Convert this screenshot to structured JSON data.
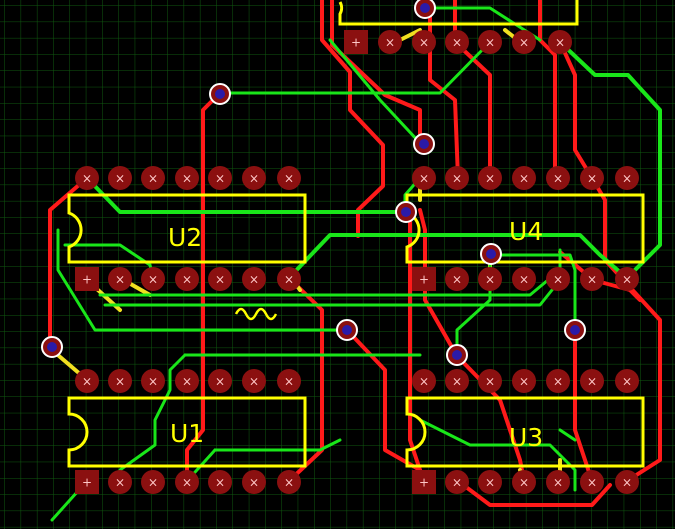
{
  "app": {
    "view": "pcb-layout-editor"
  },
  "colors": {
    "background": "#000000",
    "grid": "#0f5a0f",
    "silkscreen": "#ffff00",
    "top_trace": "#19e619",
    "bottom_trace": "#ff1a1a",
    "overlap_trace": "#f0e020",
    "pad": "#8b1010",
    "pad_mark": "#ffc8c8",
    "via_ring": "#ffffff",
    "via_fill": "#2a1aa8"
  },
  "components": [
    {
      "ref": "U1",
      "label": "U1"
    },
    {
      "ref": "U2",
      "label": "U2"
    },
    {
      "ref": "U3",
      "label": "U3"
    },
    {
      "ref": "U4",
      "label": "U4"
    }
  ],
  "pad_marks": {
    "pin": "×",
    "pin1": "+"
  },
  "icons": {
    "pad": "pad-icon",
    "via": "via-icon",
    "pin1_marker": "pin1-square-pad-icon",
    "resistor_symbol": "zigzag-squiggle-icon"
  }
}
